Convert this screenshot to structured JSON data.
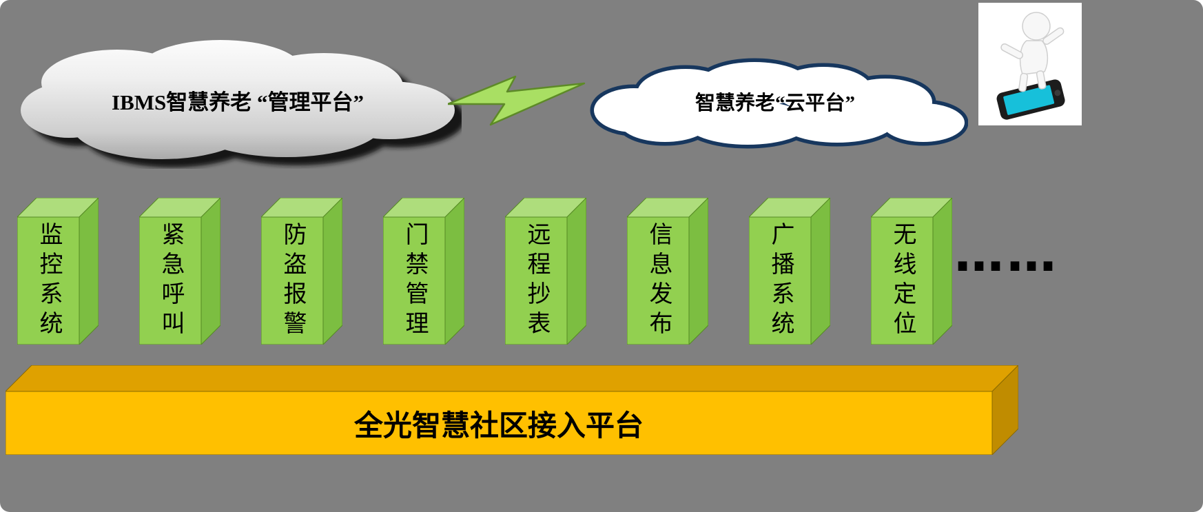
{
  "clouds": {
    "left": {
      "label": "IBMS智慧养老 “管理平台”"
    },
    "right": {
      "label": "智慧养老“云平台”"
    }
  },
  "modules": [
    {
      "label": "监控系统"
    },
    {
      "label": "紧急呼叫"
    },
    {
      "label": "防盗报警"
    },
    {
      "label": "门禁管理"
    },
    {
      "label": "远程抄表"
    },
    {
      "label": "信息发布"
    },
    {
      "label": "广播系统"
    },
    {
      "label": "无线定位"
    }
  ],
  "ellipsis": "……",
  "platform": {
    "label": "全光智慧社区接入平台"
  },
  "colors": {
    "background": "#808080",
    "module_front": "#92D050",
    "module_top": "#AEDD7C",
    "module_side": "#7CBE41",
    "platform_front": "#FFC000",
    "platform_top": "#DFA100",
    "platform_side": "#C08C00",
    "cloud_right_outline": "#17375E",
    "lightning_fill": "#A9DF63"
  }
}
